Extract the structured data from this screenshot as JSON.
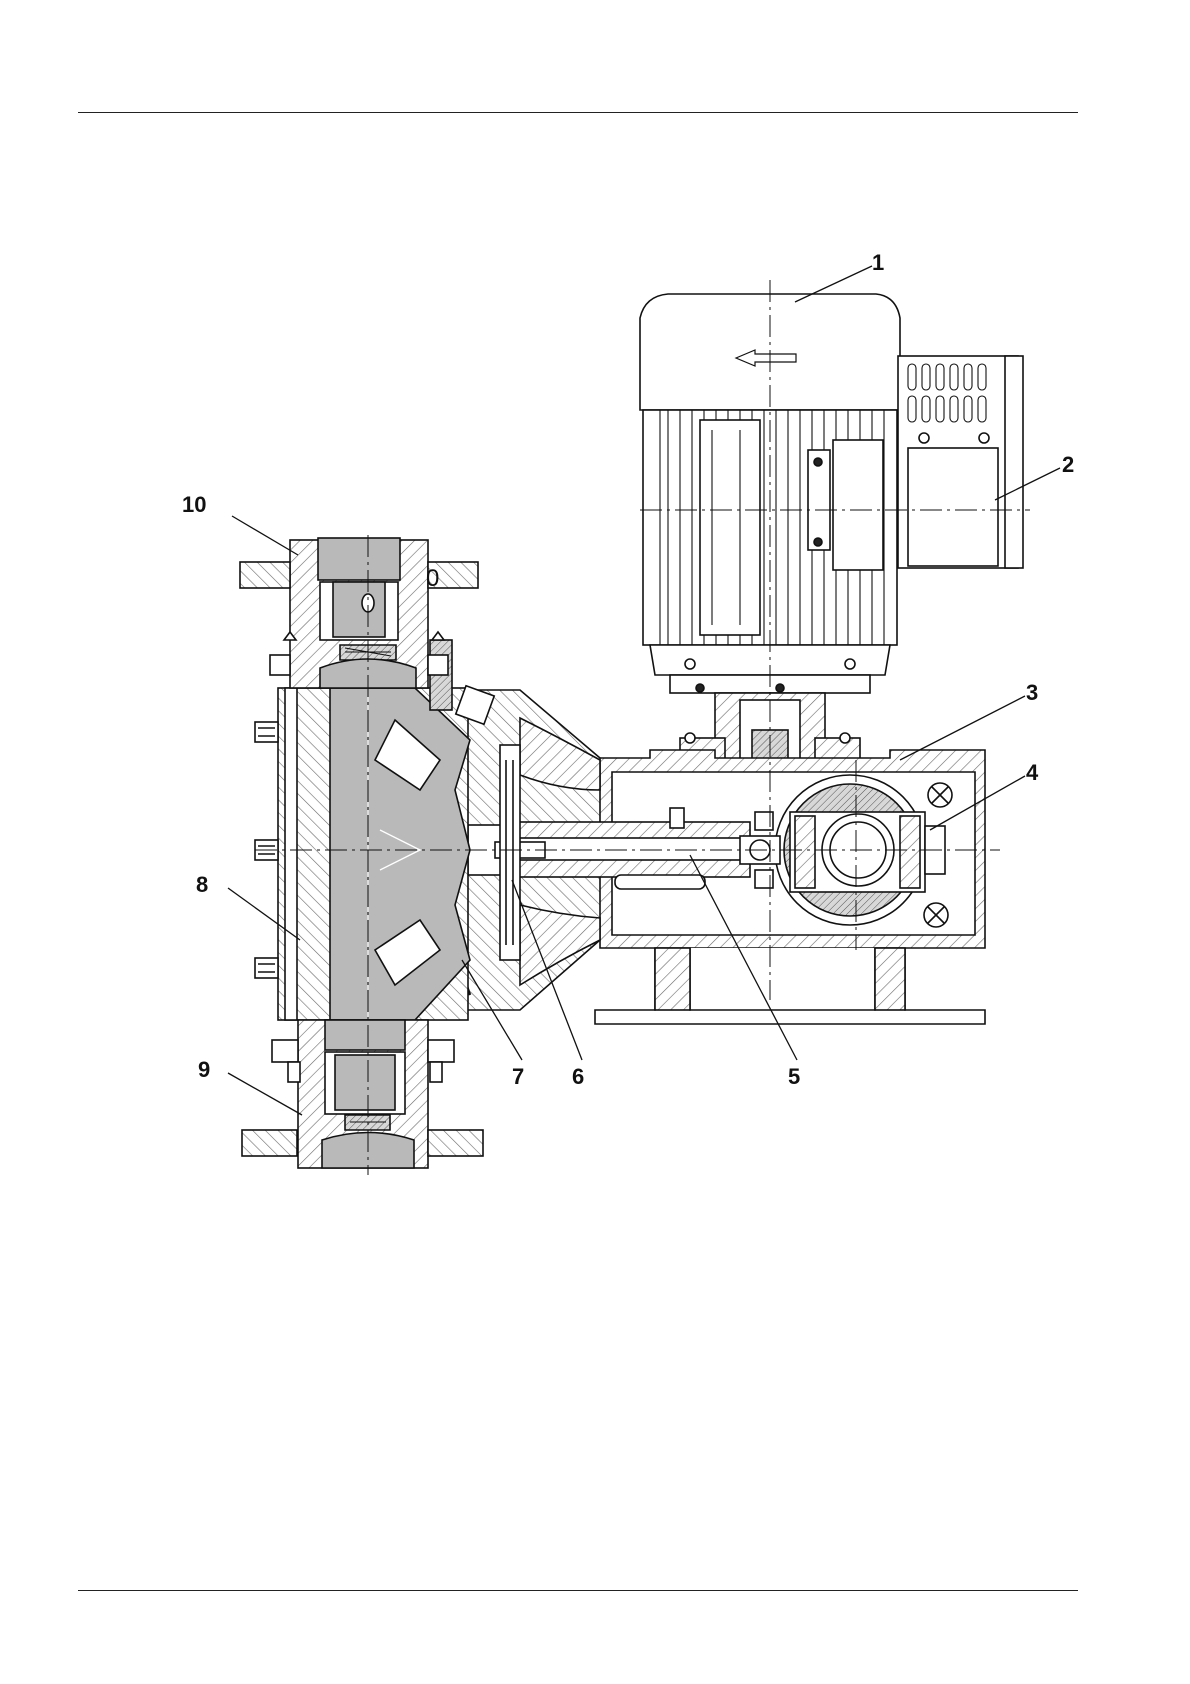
{
  "figure": {
    "callouts": [
      {
        "id": "1",
        "label": "1"
      },
      {
        "id": "2",
        "label": "2"
      },
      {
        "id": "3",
        "label": "3"
      },
      {
        "id": "4",
        "label": "4"
      },
      {
        "id": "5",
        "label": "5"
      },
      {
        "id": "6",
        "label": "6"
      },
      {
        "id": "7",
        "label": "7"
      },
      {
        "id": "8",
        "label": "8"
      },
      {
        "id": "9",
        "label": "9"
      },
      {
        "id": "10",
        "label": "10"
      }
    ],
    "engraving": {
      "valve_mark": "0"
    }
  },
  "colors": {
    "line": "#111111",
    "fill_grey": "#b9b9b9",
    "hatch": "#6a6a6a",
    "paper": "#ffffff"
  }
}
